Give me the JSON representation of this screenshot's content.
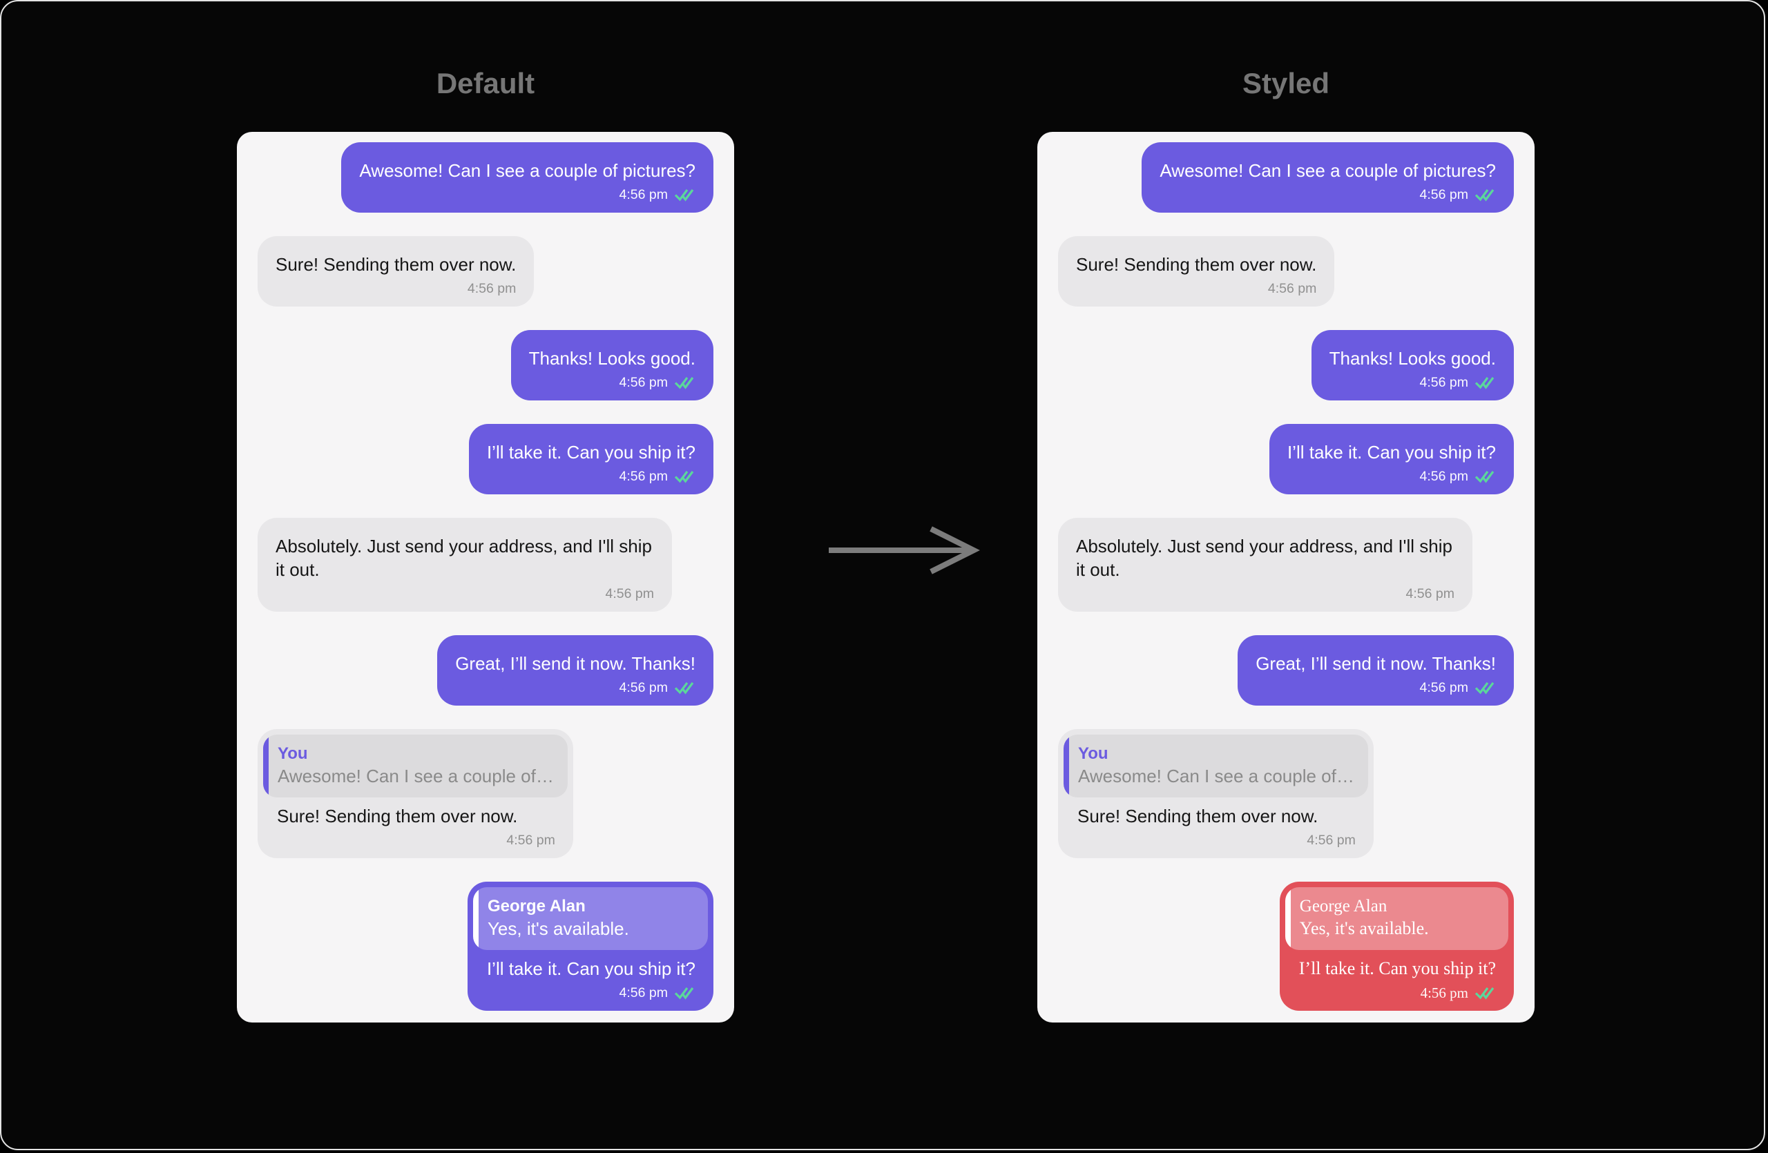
{
  "titles": {
    "default": "Default",
    "styled": "Styled"
  },
  "colors": {
    "background": "#060606",
    "canvas_border": "#E4E4E4",
    "title": "#767676",
    "panel": "#F6F5F6",
    "bubble_outgoing": "#6B5BE0",
    "bubble_incoming": "#E8E7E9",
    "incoming_text": "#161616",
    "incoming_timestamp": "#909090",
    "incoming_quote_bg": "#DCDBDD",
    "styled_bubble": "#E25059",
    "read_check": "#5BD79B",
    "arrow": "#7C7C7C"
  },
  "icons": {
    "read_receipt": "double-check",
    "transform": "right-arrow"
  },
  "conversation": {
    "messages": [
      {
        "side": "right",
        "text": "Awesome! Can I see a couple of pictures?",
        "time": "4:56 pm",
        "read": true
      },
      {
        "side": "left",
        "text": "Sure! Sending them over now.",
        "time": "4:56 pm",
        "read": false
      },
      {
        "side": "right",
        "text": "Thanks! Looks good.",
        "time": "4:56 pm",
        "read": true
      },
      {
        "side": "right",
        "text": "I’ll take it. Can you ship it?",
        "time": "4:56 pm",
        "read": true
      },
      {
        "side": "left",
        "text": "Absolutely. Just send your address, and I'll ship it out.",
        "time": "4:56 pm",
        "read": false
      },
      {
        "side": "right",
        "text": "Great, I’ll send it now. Thanks!",
        "time": "4:56 pm",
        "read": true
      },
      {
        "side": "left",
        "quote": {
          "author": "You",
          "text": "Awesome! Can I see a couple of…"
        },
        "text": "Sure! Sending them over now.",
        "time": "4:56 pm",
        "read": false
      },
      {
        "side": "right",
        "quote": {
          "author": "George Alan",
          "text": "Yes, it's available."
        },
        "text": "I’ll take it. Can you ship it?",
        "time": "4:56 pm",
        "read": true
      }
    ]
  }
}
